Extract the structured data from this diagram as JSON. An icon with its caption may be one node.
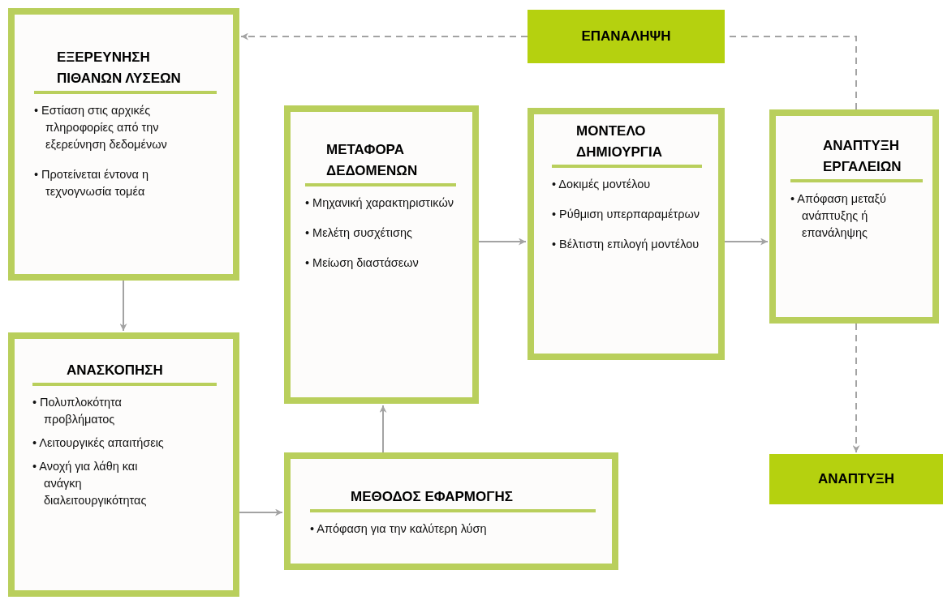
{
  "diagram": {
    "nodes": [
      {
        "text": [
          "ΕΞΕΡΕΥΝΗΣΗ ΠΙΘΑΝΩΝ ΛΥΣΕΩΝ",
          "• Εστίαση στις αρχικές πληροφορίες από την εξερεύνηση δεδομένων",
          "• Προτείνεται έντονα η τεχνογνωσία τομέα"
        ]
      },
      {
        "text": [
          "ΕΠΑΝΑΛΗΨΗ"
        ]
      },
      {
        "text": [
          "ΜΕΤΑΦΟΡΑ ΔΕΔΟΜΕΝΩΝ",
          "• Μηχανική χαρακτηριστικών",
          "• Μελέτη συσχέτισης",
          "• Μείωση διαστάσεων"
        ]
      },
      {
        "text": [
          "ΜΟΝΤΕΛΟ ΔΗΜΙΟΥΡΓΙΑ",
          "• Δοκιμές μοντέλου",
          "• Ρύθμιση υπερπαραμέτρων",
          "• Βέλτιστη επιλογή μοντέλου"
        ]
      },
      {
        "text": [
          "ΑΝΑΠΤΥΞΗ ΕΡΓΑΛΕΙΩΝ",
          "• Απόφαση μεταξύ ανάπτυξης ή επανάληψης"
        ]
      },
      {
        "text": [
          "ΑΝΑΣΚΟΠΗΣΗ",
          "• Πολυπλοκότητα προβλήματος",
          "• Λειτουργικές απαιτήσεις",
          "• Ανοχή για λάθη και ανάγκη διαλειτουργικότητας"
        ]
      },
      {
        "text": [
          "ΜΕΘΟΔΟΣ ΕΦΑΡΜΟΓΗΣ",
          "• Απόφαση για την καλύτερη λύση"
        ]
      },
      {
        "text": [
          "ΑΝΑΠΤΥΞΗ"
        ]
      }
    ],
    "edges": [
      {
        "from": 0,
        "to": 5,
        "arrow": "to"
      },
      {
        "from": 5,
        "to": 6,
        "arrow": "to"
      },
      {
        "from": 6,
        "to": 2,
        "arrow": "to"
      },
      {
        "from": 2,
        "to": 3,
        "arrow": "to"
      },
      {
        "from": 3,
        "to": 4,
        "arrow": "to"
      },
      {
        "from": 4,
        "to": 7,
        "arrow": "to",
        "style": "dashed"
      },
      {
        "from": 1,
        "to": 0,
        "arrow": "to",
        "style": "dashed"
      },
      {
        "from": 4,
        "to": 1,
        "arrow": "none",
        "style": "dashed"
      }
    ]
  }
}
